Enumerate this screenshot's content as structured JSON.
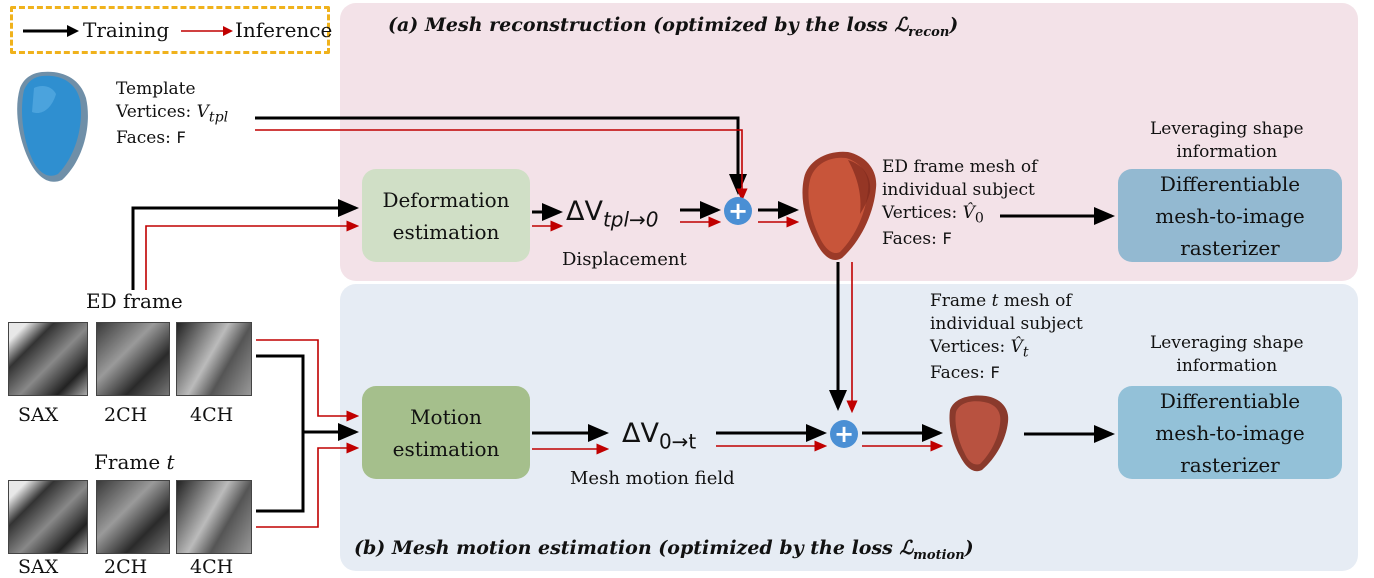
{
  "legend": {
    "training": "Training",
    "inference": "Inference"
  },
  "panel_a": {
    "caption": "(a) Mesh reconstruction (optimized by the loss ℒ",
    "caption_sub": "recon",
    "caption_end": ")"
  },
  "panel_b": {
    "caption": "(b) Mesh motion estimation (optimized by the loss ℒ",
    "caption_sub": "motion",
    "caption_end": ")"
  },
  "template": {
    "title": "Template",
    "vertices_label": "Vertices: ",
    "vertices_var": "V",
    "vertices_sub": "tpl",
    "faces_label": "Faces: ",
    "faces_var": "F"
  },
  "deformation": {
    "line1": "Deformation",
    "line2": "estimation"
  },
  "displacement": {
    "symbol": "ΔV",
    "sub": "tpl→0",
    "label": "Displacement"
  },
  "ed_mesh": {
    "line1": "ED frame mesh of",
    "line2": "individual subject",
    "vertices_label": "Vertices: ",
    "vertices_var": "V̂",
    "vertices_sub": "0",
    "faces_label": "Faces: ",
    "faces_var": "F"
  },
  "shape_info_top": {
    "line1": "Leveraging shape",
    "line2": "information"
  },
  "rasterizer_top": {
    "line1": "Differentiable",
    "line2": "mesh-to-image",
    "line3": "rasterizer"
  },
  "ed_frame_label": "ED frame",
  "frame_t_label": "Frame ",
  "frame_t_var": "t",
  "views_top": [
    "SAX",
    "2CH",
    "4CH"
  ],
  "views_bottom": [
    "SAX",
    "2CH",
    "4CH"
  ],
  "motion": {
    "line1": "Motion",
    "line2": "estimation"
  },
  "motion_field": {
    "symbol": "ΔV",
    "sub": "0→t",
    "label": "Mesh motion field"
  },
  "frame_t_mesh": {
    "line1a": "Frame ",
    "line1var": "t",
    "line1b": " mesh of",
    "line2": "individual subject",
    "vertices_label": "Vertices: ",
    "vertices_var": "V̂",
    "vertices_sub": "t",
    "faces_label": "Faces: ",
    "faces_var": "F"
  },
  "shape_info_bottom": {
    "line1": "Leveraging shape",
    "line2": "information"
  },
  "rasterizer_bottom": {
    "line1": "Differentiable",
    "line2": "mesh-to-image",
    "line3": "rasterizer"
  },
  "plus_symbol": "+",
  "colors": {
    "training": "#000000",
    "inference": "#c00000",
    "panel_a": "#f3e2e8",
    "panel_b": "#e6ecf4",
    "legend_border": "#f0b21c",
    "plus": "#4a8fd4"
  }
}
